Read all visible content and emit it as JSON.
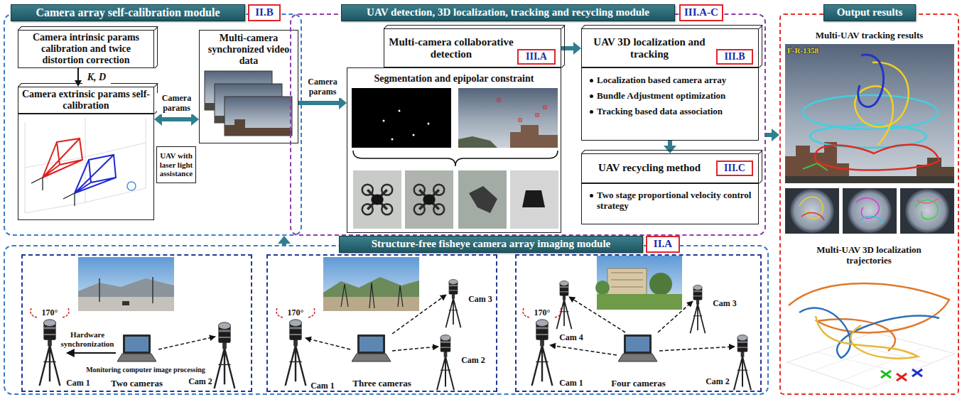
{
  "diagram": {
    "nodes": [
      {
        "text": [
          "Camera array self-calibration module",
          "II.B"
        ]
      },
      {
        "text": [
          "Camera intrinsic params calibration and twice distortion correction"
        ],
        "in": 0
      },
      {
        "text": [
          "Camera extrinsic params self-calibration"
        ],
        "in": 0
      },
      {
        "text": [
          "UAV with laser light assistance"
        ],
        "in": 0
      },
      {
        "text": [
          "Multi-camera synchronized video data"
        ],
        "in": 0
      },
      {
        "text": [
          "UAV detection, 3D localization, tracking and recycling module",
          "III.A-C"
        ]
      },
      {
        "text": [
          "Multi-camera collaborative detection",
          "III.A",
          "Segmentation and epipolar constraint"
        ],
        "in": 5
      },
      {
        "text": [
          "UAV 3D localization and tracking",
          "III.B",
          "Localization based camera array",
          "Bundle Adjustment optimization",
          "Tracking based data association"
        ],
        "in": 5
      },
      {
        "text": [
          "UAV recycling method",
          "III.C",
          "Two stage proportional velocity control strategy"
        ],
        "in": 5
      },
      {
        "text": [
          "Output results",
          "Multi-UAV tracking results",
          "Multi-UAV 3D localization trajectories"
        ]
      },
      {
        "text": [
          "Structure-free fisheye camera array imaging module",
          "II.A"
        ]
      },
      {
        "text": [
          "Two cameras"
        ],
        "in": 10
      },
      {
        "text": [
          "Three cameras"
        ],
        "in": 10
      },
      {
        "text": [
          "Four cameras"
        ],
        "in": 10
      }
    ],
    "edges": [
      {
        "from": 1,
        "to": 2,
        "label": "K, D",
        "arrow": "to"
      },
      {
        "from": 2,
        "to": 4,
        "label": "Camera params",
        "arrow": "both"
      },
      {
        "from": 4,
        "to": 6,
        "label": "Camera params",
        "arrow": "to"
      },
      {
        "from": 6,
        "to": 7,
        "arrow": "to"
      },
      {
        "from": 7,
        "to": 8,
        "arrow": "to"
      },
      {
        "from": 5,
        "to": 9,
        "arrow": "to"
      },
      {
        "from": 10,
        "to": 0,
        "arrow": "to"
      }
    ],
    "labels": [
      "170°",
      "Hardware synchronization",
      "Monitoring computer image processing",
      "Cam 1",
      "Cam 2",
      "170°",
      "Cam 1",
      "Cam 3",
      "Cam 2",
      "170°",
      "Cam 4",
      "Cam 3",
      "Cam 1",
      "Cam 2",
      "F-R-1358"
    ]
  }
}
